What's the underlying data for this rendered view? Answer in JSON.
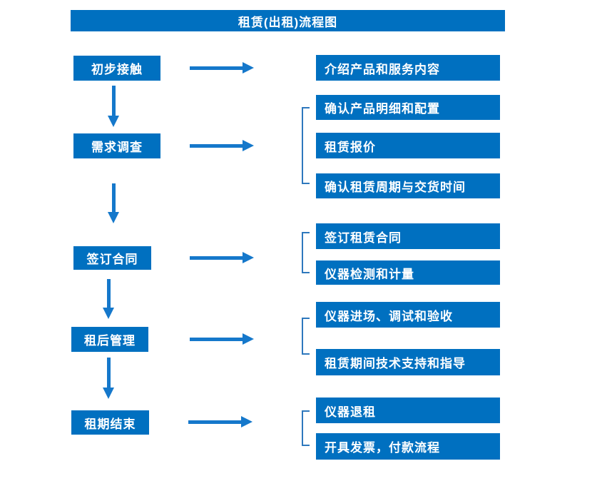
{
  "colors": {
    "box_blue": "#0070c0",
    "arrow_blue": "#1578cb",
    "bracket_blue": "#2e78bd",
    "text_white": "#ffffff",
    "background": "#ffffff"
  },
  "flow": {
    "title": "租赁(出租)流程图",
    "steps": [
      {
        "label": "初步接触",
        "details": [
          "介绍产品和服务内容"
        ]
      },
      {
        "label": "需求调查",
        "details": [
          "确认产品明细和配置",
          "租赁报价",
          "确认租赁周期与交货时间"
        ]
      },
      {
        "label": "签订合同",
        "details": [
          "签订租赁合同",
          "仪器检测和计量"
        ]
      },
      {
        "label": "租后管理",
        "details": [
          "仪器进场、调试和验收",
          "租赁期间技术支持和指导"
        ]
      },
      {
        "label": "租期结束",
        "details": [
          "仪器退租",
          "开具发票，付款流程"
        ]
      }
    ]
  }
}
